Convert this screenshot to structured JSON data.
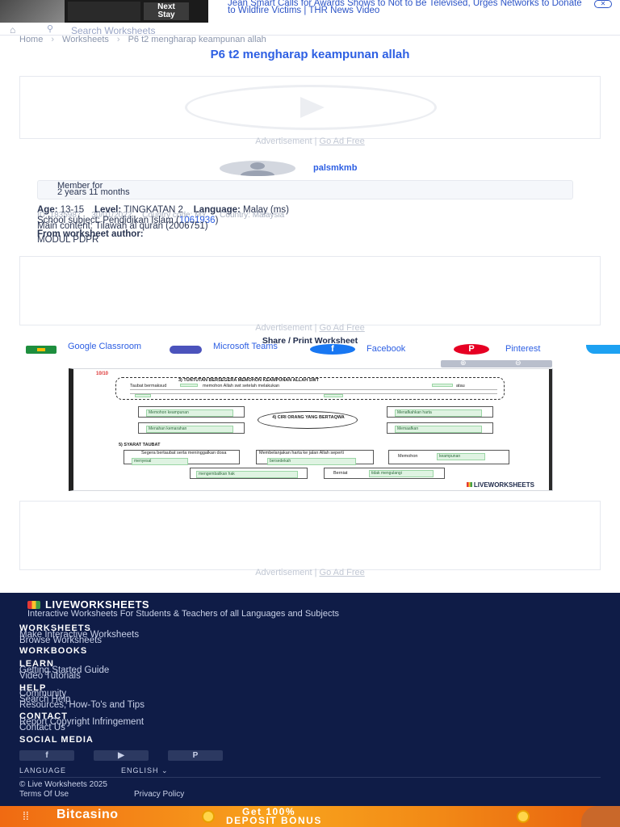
{
  "top_ad": {
    "button_line1": "Next",
    "button_line2": "Stay",
    "headline": "Jean Smart Calls for Awards Shows to Not to Be Televised, Urges Networks to Donate to Wildfire Victims | THR News Video"
  },
  "nav": {
    "search_placeholder": "Search Worksheets"
  },
  "breadcrumb": {
    "home": "Home",
    "worksheets": "Worksheets",
    "current": "P6 t2 mengharap keampunan allah"
  },
  "page_title": "P6 t2 mengharap keampunan allah",
  "ads": {
    "label": "Advertisement",
    "go_ad_free": "Go Ad Free"
  },
  "author": {
    "name": "palsmkmb",
    "member_for_label": "Member for",
    "member_for_value": "2 years 11 months"
  },
  "meta": {
    "age_label": "Age:",
    "age_value": "13-15",
    "level_label": "Level:",
    "level_value": "TINGKATAN 2",
    "language_label": "Language:",
    "language_value": "Malay (ms)",
    "id": "ID: 1835987",
    "date": "30/01/2022",
    "country_code": "Country code: MY",
    "country": "Country: Malaysia",
    "subject_label": "School subject:",
    "subject_value": "Pendidikan Islam",
    "subject_id": "1061936",
    "main_content": "Main content: Tilawah al quran (2006751)",
    "from_author_label": "From worksheet author:",
    "from_author_value": "MODUL PDPR"
  },
  "share": {
    "title": "Share / Print Worksheet",
    "items": [
      {
        "label": "Google Classroom"
      },
      {
        "label": "Microsoft Teams"
      },
      {
        "label": "Facebook"
      },
      {
        "label": "Pinterest"
      }
    ]
  },
  "worksheet": {
    "number": "10/10",
    "section1_title": "3) TUNTUTAN BERSEGERA MEMOHON KEAMPUNAN ALLAH SWT",
    "intro_1": "Taubat bermaksud",
    "intro_2": "memohon Allah swt setelah melakukan",
    "intro_3": "atau",
    "center_title": "4) CIRI ORANG YANG BERTAQWA",
    "box_left_1": "Memohon keampunan",
    "box_left_2": "Menahan kemarahan",
    "box_right_1": "Menafkahkan harta",
    "box_right_2": "Memaafkan",
    "section2_title": "5) SYARAT TAUBAT",
    "syarat_1": "Segera bertaubat serta meninggalkan dosa",
    "syarat_1_fill": "menyesal",
    "syarat_2": "Membelanjakan harta ke jalan Allah seperti",
    "syarat_2_fill": "bersedekah",
    "syarat_3": "Memohon",
    "syarat_3_fill": "keampunan",
    "row3_fill_1": "mengembalikan hak",
    "row3_label": "Berniat",
    "row3_fill_2": "tidak mengulangi",
    "brand": "LIVEWORKSHEETS"
  },
  "footer": {
    "logo": "LIVEWORKSHEETS",
    "tagline": "Interactive Worksheets For Students & Teachers of all Languages and Subjects",
    "worksheets_h": "WORKSHEETS",
    "make": "Make Interactive Worksheets",
    "browse": "Browse Worksheets",
    "workbooks_h": "WORKBOOKS",
    "learn_h": "LEARN",
    "getting_started": "Getting Started Guide",
    "video": "Video Tutorials",
    "help_h": "HELP",
    "community": "Community",
    "search_help": "Search Help",
    "resources": "Resources, How-To's and Tips",
    "contact_h": "CONTACT",
    "report": "Report Copyright Infringement",
    "contact_us": "Contact Us",
    "social_h": "SOCIAL MEDIA",
    "language_label": "LANGUAGE",
    "language_value": "ENGLISH",
    "copyright": "© Live Worksheets 2025",
    "terms": "Terms Of Use",
    "privacy": "Privacy Policy"
  },
  "bottom_ad": {
    "brand": "Bitcasino",
    "line1": "Get 100%",
    "line2": "DEPOSIT BONUS"
  },
  "colors": {
    "accent": "#2d5fe3",
    "footer_bg": "#0f1c47",
    "ad_orange": "#f28a16"
  }
}
